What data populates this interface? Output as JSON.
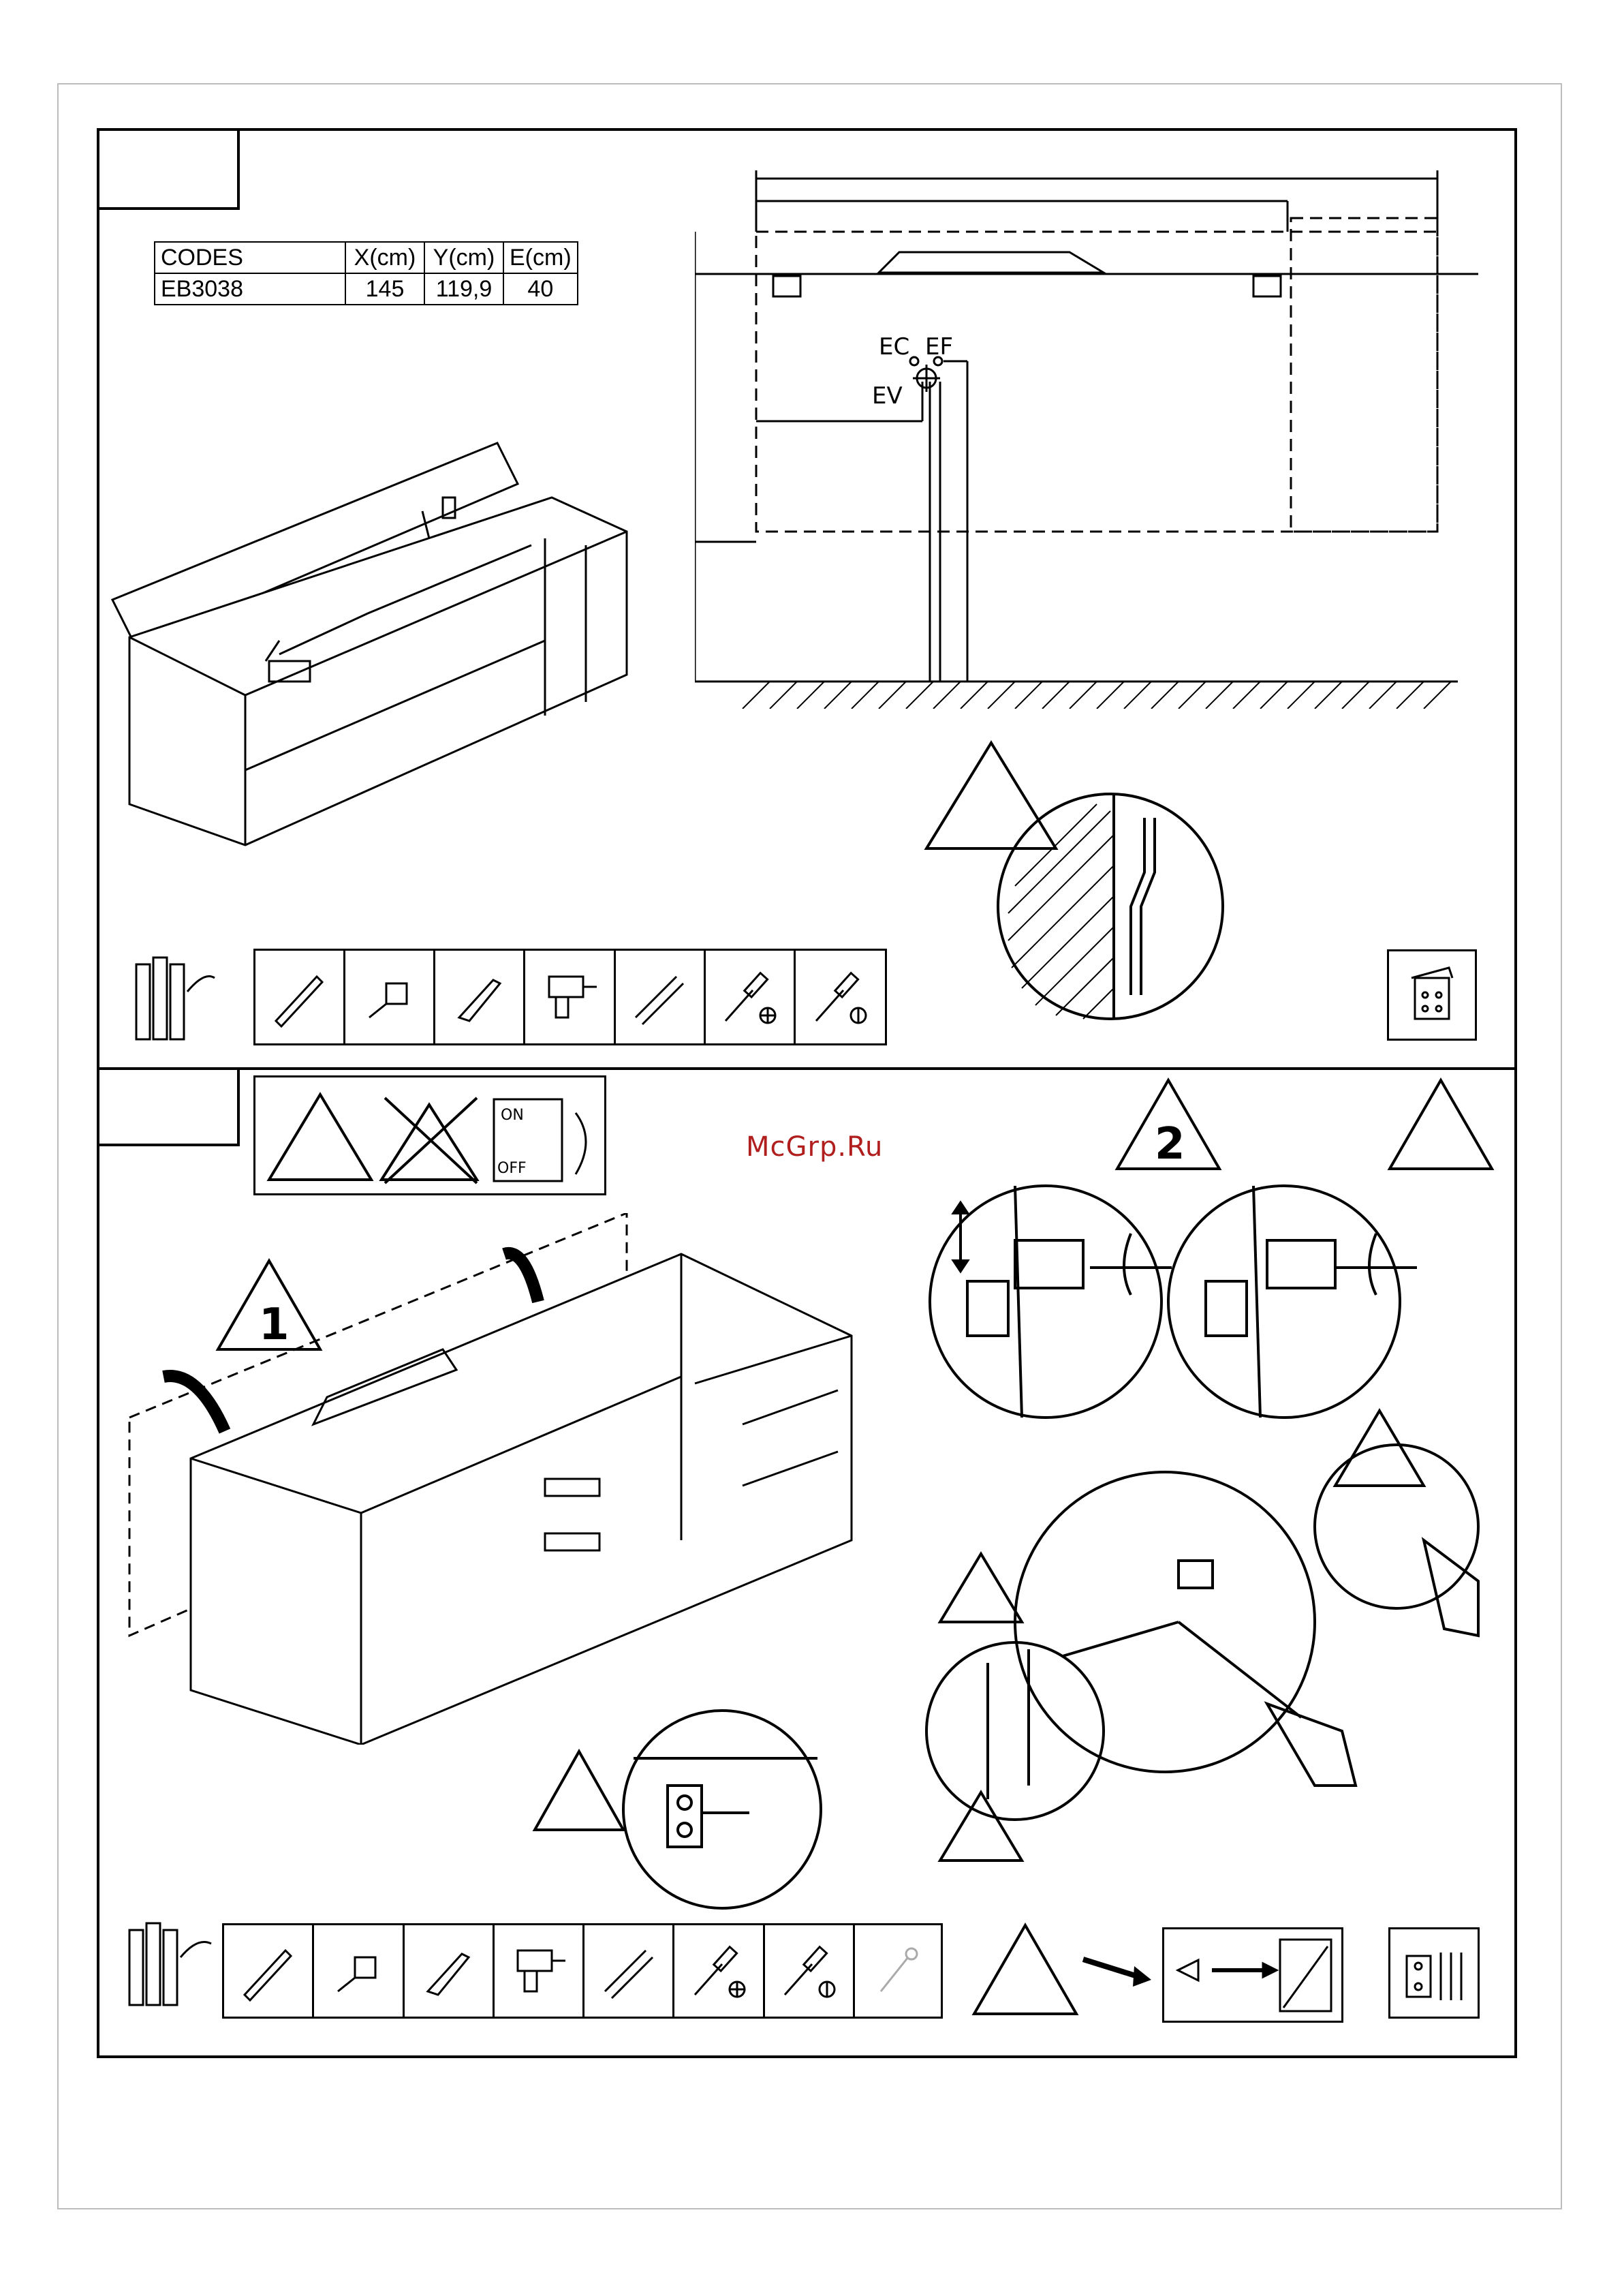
{
  "codes_table": {
    "headers": [
      "CODES",
      "X(cm)",
      "Y(cm)",
      "E(cm)"
    ],
    "rows": [
      [
        "EB3038",
        "145",
        "119,9",
        "40"
      ]
    ]
  },
  "wall_plan": {
    "labels": {
      "ec": "EC",
      "ef": "EF",
      "ev": "EV"
    }
  },
  "watermark": "McGrp.Ru",
  "steps": {
    "one": "1",
    "two": "2"
  },
  "power_switch": {
    "on": "ON",
    "off": "OFF"
  },
  "tools_top": [
    "pencil-icon",
    "tape-measure-icon",
    "utility-knife-icon",
    "drill-icon",
    "drill-bits-icon",
    "phillips-screwdriver-icon",
    "flat-screwdriver-icon"
  ],
  "tools_bottom": [
    "pencil-icon",
    "tape-measure-icon",
    "utility-knife-icon",
    "drill-icon",
    "drill-bits-icon",
    "phillips-screwdriver-icon",
    "flat-screwdriver-icon",
    "wall-plug-icon"
  ]
}
